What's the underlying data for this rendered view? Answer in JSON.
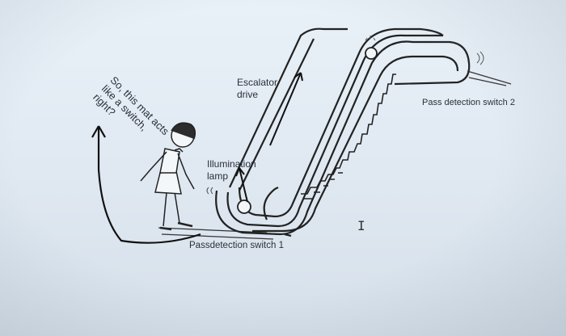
{
  "labels": {
    "escalator_drive_line1": "Escalator",
    "escalator_drive_line2": "drive",
    "illumination_line1": "Illumination",
    "illumination_line2": "lamp",
    "pass_switch_1": "Passdetection switch 1",
    "pass_switch_2": "Pass detection switch 2"
  },
  "speech_bubble": {
    "line1": "So, this mat acts",
    "line2": "like a switch,",
    "line3": "right?"
  },
  "colors": {
    "ink": "#2a2f3a",
    "background": "#e4edf5"
  }
}
